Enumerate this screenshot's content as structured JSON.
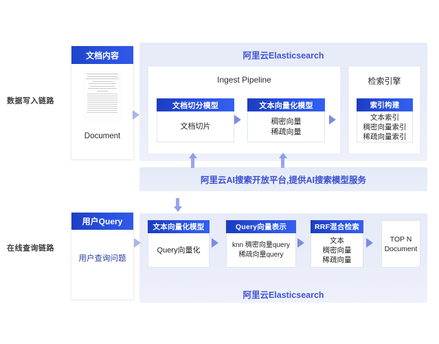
{
  "labels": {
    "write_chain": "数据写入链路",
    "query_chain": "在线查询链路"
  },
  "document_card": {
    "header": "文档内容",
    "caption": "Document",
    "thumb_icon": "document-page-thumbnail"
  },
  "top_panel": {
    "title": "阿里云Elasticsearch",
    "ingest_card_title": "Ingest Pipeline",
    "engine_card_title": "检索引擎",
    "modules": [
      {
        "header": "文档切分模型",
        "body": "文档切片"
      },
      {
        "header": "文本向量化模型",
        "body": "稠密向量\n稀疏向量"
      },
      {
        "header": "索引构建",
        "body": "文本索引\n稠密向量索引\n稀疏向量索引"
      }
    ]
  },
  "platform_band": {
    "text": "阿里云AI搜索开放平台,提供AI搜索模型服务"
  },
  "query_card": {
    "header": "用户Query",
    "body": "用户查询问题"
  },
  "bottom_panel": {
    "title": "阿里云Elasticsearch",
    "modules": [
      {
        "header": "文本向量化模型",
        "body": "Query向量化"
      },
      {
        "header": "Query向量表示",
        "body": "knn 稠密向量query\n稀疏向量query"
      },
      {
        "header": "RRF混合检索",
        "body": "文本\n稠密向量\n稀疏向量"
      }
    ],
    "result_box": "TOP N\nDocument"
  },
  "arrows": {
    "right": "arrow-right-icon",
    "up": "arrow-up-icon",
    "down": "arrow-down-icon"
  },
  "colors": {
    "accent_blue": "#2a52e0",
    "panel_blue": "#e7ebf8",
    "title_blue": "#4154d6",
    "arrow_blue": "#7b8ce0"
  }
}
